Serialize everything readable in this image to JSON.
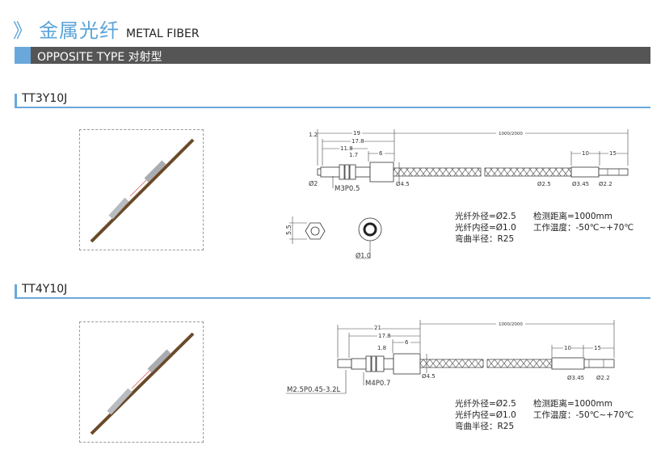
{
  "header": {
    "chevron": "》",
    "title_cn": "金属光纤",
    "title_en": "METAL FIBER"
  },
  "type_bar": {
    "label": "OPPOSITE TYPE 对射型"
  },
  "products": [
    {
      "model": "TT3Y10J",
      "dims": {
        "d1_2": "1.2",
        "d19": "19",
        "d17_8": "17.8",
        "d11_8": "11.8",
        "d1_7": "1.7",
        "d6": "6",
        "length": "1000/2000",
        "d10": "10",
        "d15": "15",
        "phi2": "Ø2",
        "thread": "M3P0.5",
        "phi4_5": "Ø4.5",
        "phi2_5": "Ø2.5",
        "phi3_45": "Ø3.45",
        "phi2_2": "Ø2.2",
        "hex": "5.5",
        "phi1_0": "Ø1.0"
      },
      "specs_left": [
        "光纤外径=Ø2.5",
        "光纤内径=Ø1.0",
        "弯曲半径：R25"
      ],
      "specs_right": [
        "检测距离=1000mm",
        "工作温度：-50℃~+70℃"
      ]
    },
    {
      "model": "TT4Y10J",
      "dims": {
        "d21": "21",
        "d17_8": "17.8",
        "d1_8": "1.8",
        "d6": "6",
        "length": "1000/2000",
        "d10": "10",
        "d15": "15",
        "tip_thread": "M2.5P0.45-3.2L",
        "thread": "M4P0.7",
        "phi4_5": "Ø4.5",
        "phi3_45": "Ø3.45",
        "phi2_2": "Ø2.2"
      },
      "specs_left": [
        "光纤外径=Ø2.5",
        "光纤内径=Ø1.0",
        "弯曲半径：R25"
      ],
      "specs_right": [
        "检测距离=1000mm",
        "工作温度：-50℃~+70℃"
      ]
    }
  ]
}
